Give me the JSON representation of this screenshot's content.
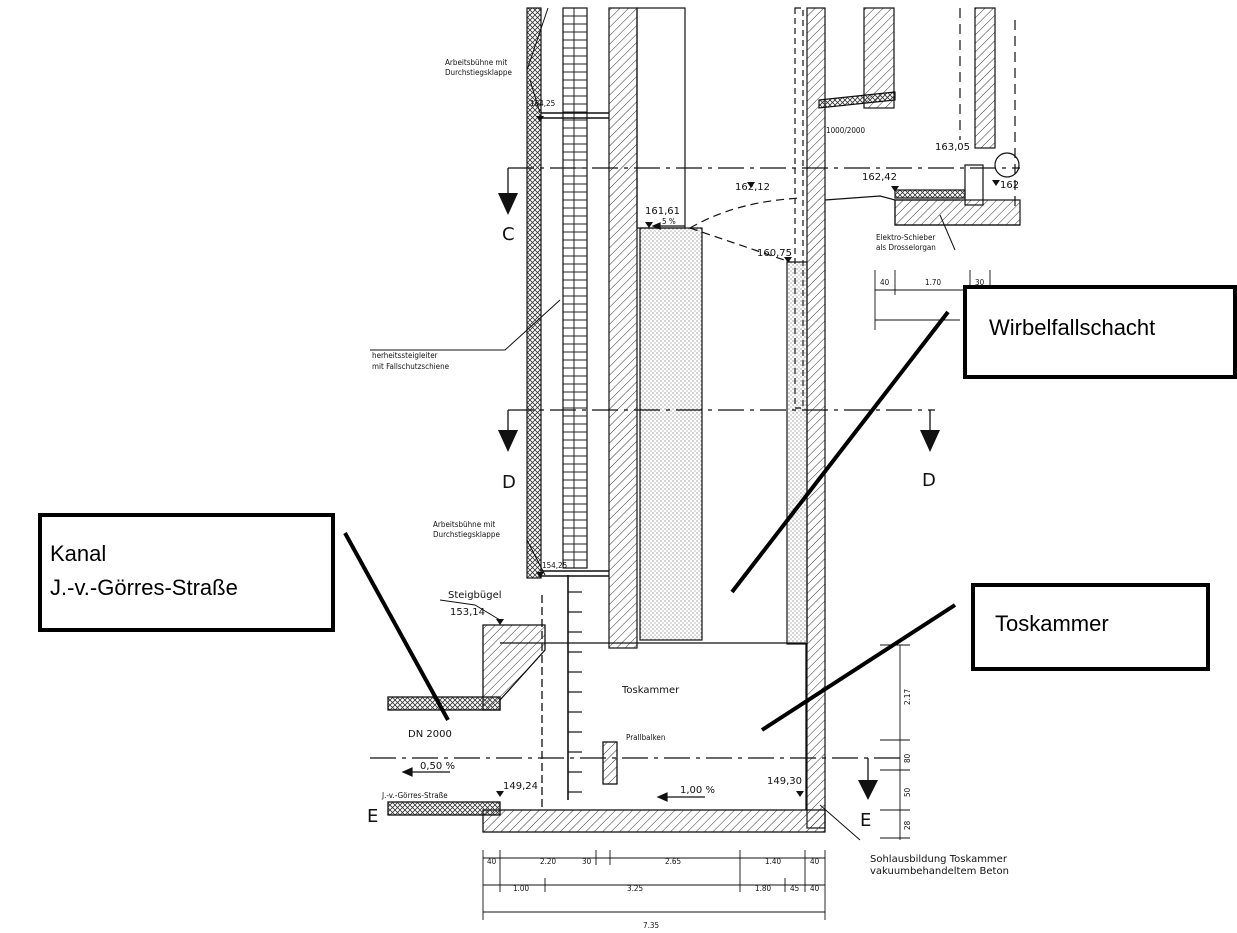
{
  "callouts": {
    "wirbelfallschacht": "Wirbelfallschacht",
    "toskammer": "Toskammer",
    "kanal_line1": "Kanal",
    "kanal_line2": "J.-v.-Görres-Straße"
  },
  "labels": {
    "arbeitsbuehne_top_1": "Arbeitsbühne mit",
    "arbeitsbuehne_top_2": "Durchstiegsklappe",
    "arbeitsbuehne_bottom_1": "Arbeitsbühne mit",
    "arbeitsbuehne_bottom_2": "Durchstiegsklappe",
    "sicherheitssteigleiter_1": "herheitssteigleiter",
    "sicherheitssteigleiter_2": "mit Fallschutzschiene",
    "steigbuegel": "Steigbügel",
    "toskammer_inner": "Toskammer",
    "prallbalken": "Prallbalken",
    "dn2000": "DN 2000",
    "strasse_label": "J.-v.-Görres-Straße",
    "elektro_schieber_1": "Elektro-Schieber",
    "elektro_schieber_2": "als Drosselorgan",
    "pipe_size": "1000/2000",
    "sohlausbildung_1": "Sohlausbildung Toskammer",
    "sohlausbildung_2": "vakuumbehandeltem Beton",
    "section_c": "C",
    "section_d_left": "D",
    "section_d_right": "D",
    "section_e_left": "E",
    "section_e_right": "E"
  },
  "levels": {
    "l16425": "164,25",
    "l16305": "163,05",
    "l16242": "162,42",
    "l16212": "162,12",
    "l16161": "161,61",
    "l16075": "160,75",
    "l15425": "154,25",
    "l15314": "153,14",
    "l14924": "149,24",
    "l14930": "149,30",
    "l162_partial": "162",
    "slope_top": "5 %",
    "slope_kanal": "0,50 %",
    "slope_toskammer": "1,00 %"
  },
  "dimensions": {
    "d40_a": "40",
    "d170": "1.70",
    "d30_a": "30",
    "d217": "2.17",
    "d80": "80",
    "d50": "50",
    "d28": "28",
    "row1": [
      "40",
      "2.20",
      "30",
      "2.65",
      "1.40",
      "40"
    ],
    "row2": [
      "1.00",
      "3.25",
      "1.80",
      "45",
      "40"
    ],
    "total": "7.35"
  },
  "colors": {
    "ink": "#111111",
    "box_border": "#000000"
  }
}
